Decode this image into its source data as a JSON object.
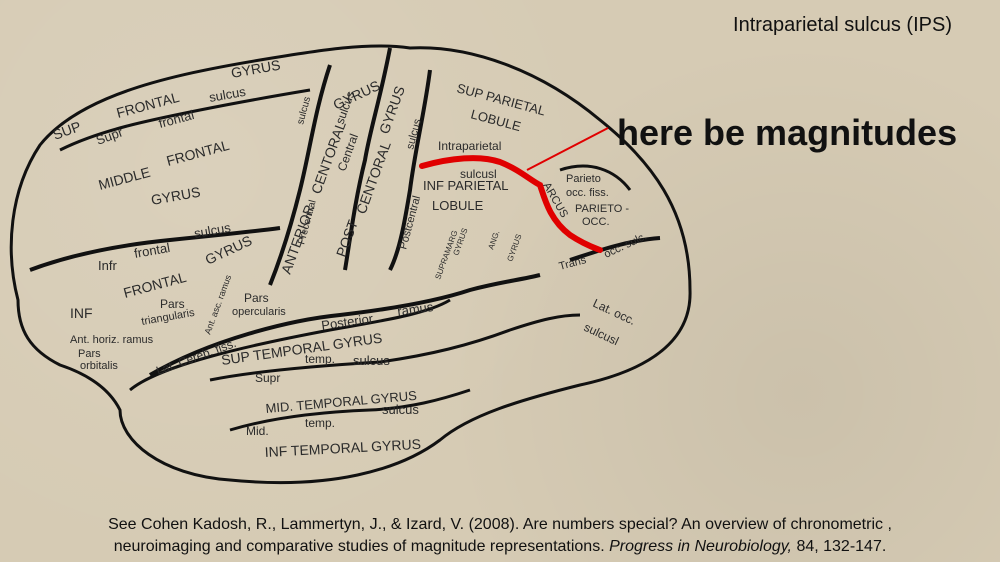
{
  "title": "Intraparietal sulcus (IPS)",
  "annotation": "here be magnitudes",
  "citation": {
    "line1": "See Cohen Kadosh, R., Lammertyn, J., & Izard, V. (2008). Are numbers special? An overview of chronometric ,",
    "line2_plain": "neuroimaging and comparative studies of magnitude representations. ",
    "journal": "Progress in Neurobiology,",
    "tail": " 84, 132-147."
  },
  "labels": {
    "sup": "SUP",
    "frontal_top": "FRONTAL",
    "gyrus_top": "GYRUS",
    "supr": "Supr",
    "frontal_small": "frontal",
    "sulcus_small": "sulcus",
    "middle": "MIDDLE",
    "frontal_mid": "FRONTAL",
    "gyrus_mid": "GYRUS",
    "infr": "Infr",
    "frontal_infr": "frontal",
    "sulcus_infr": "sulcus",
    "inf": "INF",
    "frontal_inf": "FRONTAL",
    "gyrus_inf": "GYRUS",
    "pars_tri1": "Pars",
    "pars_tri2": "triangularis",
    "ant_asc": "Ant. asc. ramus",
    "pars_op1": "Pars",
    "pars_op2": "opercularis",
    "ant_horiz": "Ant. horiz. ramus",
    "pars_orb1": "Pars",
    "pars_orb2": "orbitalis",
    "sulcus_v": "sulcus",
    "precentral": "Precentral",
    "anterior": "ANTERIOR",
    "centoral_a": "CENTORAL",
    "gyrus_a": "GYRUS",
    "central": "Central",
    "sulcus_c": "sulcus",
    "post": "POST",
    "centoral_p": "CENTORAL",
    "gyrus_p": "GYRUS",
    "sulcus_pc": "sulcus",
    "postcentral": "Postcentral",
    "sup_parietal": "SUP PARIETAL",
    "lobule_sup": "LOBULE",
    "intraparietal": "Intraparietal",
    "sulcusl": "sulcusl",
    "inf_parietal": "INF PARIETAL",
    "lobule_inf": "LOBULE",
    "supramarg": "SUPRAMARG",
    "gyrus_sm": "GYRUS",
    "ang": "ANG.",
    "gyrus_ang": "GYRUS",
    "arcus": "ARCUS",
    "parieto": "Parieto",
    "occ_fiss": "occ. fiss.",
    "parieto_occ": "PARIETO -",
    "occ": "OCC.",
    "occ_sulc": "occ. sulc.",
    "trans": "Trans",
    "lat_occ": "Lat. occ.",
    "sulcusl2": "sulcusl",
    "posterior": "Posterior",
    "ramus": "ramus",
    "lat_cereb": "Lat. Cereb. fiss.",
    "sup_temporal": "SUP TEMPORAL GYRUS",
    "supr_t": "Supr",
    "temp": "temp.",
    "sulcus_t": "sulcus",
    "mid_temporal": "MID. TEMPORAL GYRUS",
    "mid": "Mid.",
    "temp2": "temp.",
    "sulcus_t2": "sulcus",
    "inf_temporal": "INF TEMPORAL GYRUS"
  },
  "colors": {
    "background": "#d6cbb4",
    "outline": "#111111",
    "ips_highlight": "#e00000",
    "pointer": "#e00000"
  }
}
